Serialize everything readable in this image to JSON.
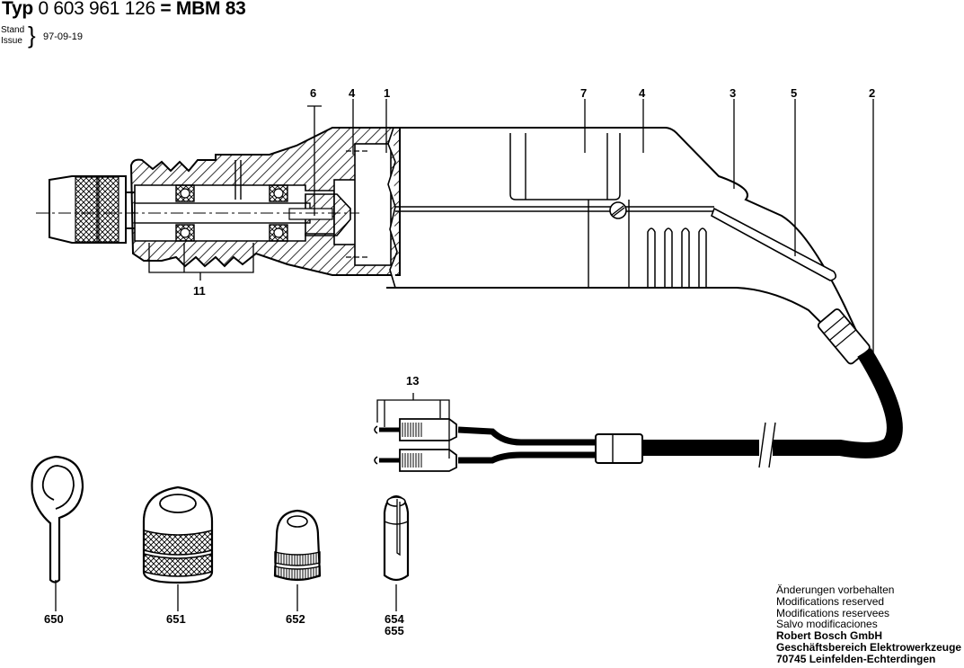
{
  "header": {
    "typ_prefix": "Typ",
    "part_number": "0 603 961 126",
    "equals": "=",
    "model": "MBM 83",
    "stand_label": "Stand",
    "issue_label": "Issue",
    "date": "97-09-19"
  },
  "callouts": {
    "top": [
      "6",
      "4",
      "1",
      "7",
      "4",
      "3",
      "5",
      "2"
    ],
    "bearing_group": "11",
    "plug_group": "13",
    "accessories": [
      {
        "label": "650",
        "part": "hook-key"
      },
      {
        "label": "651",
        "part": "chuck-nut-large"
      },
      {
        "label": "652",
        "part": "chuck-nut-small"
      },
      {
        "label": "654",
        "part": "collet"
      },
      {
        "label": "655",
        "part": "collet"
      }
    ]
  },
  "footer": {
    "lines": [
      "Änderungen vorbehalten",
      "Modifications reserved",
      "Modifications reservees",
      "Salvo modificaciones"
    ],
    "company": "Robert Bosch GmbH",
    "division": "Geschäftsbereich Elektrowerkzeuge",
    "address": "70745 Leinfelden-Echterdingen"
  }
}
